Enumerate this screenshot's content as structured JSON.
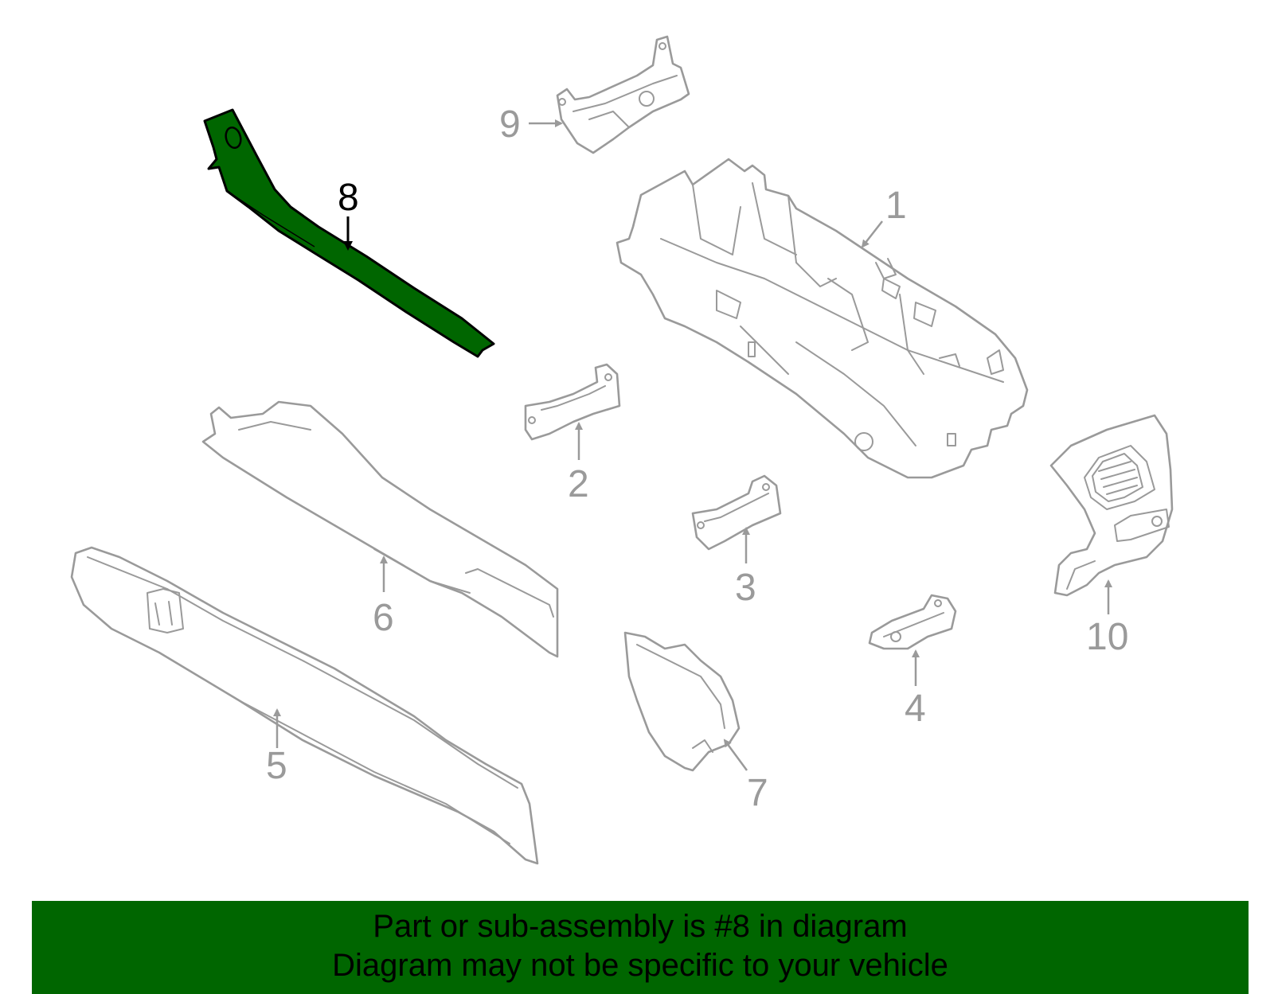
{
  "colors": {
    "highlight": "#006600",
    "outline": "#9a9a9a",
    "highlight_outline": "#000000",
    "banner": "#006600",
    "text": "#000000"
  },
  "callouts": [
    {
      "id": "1",
      "label": "1",
      "highlighted": false
    },
    {
      "id": "2",
      "label": "2",
      "highlighted": false
    },
    {
      "id": "3",
      "label": "3",
      "highlighted": false
    },
    {
      "id": "4",
      "label": "4",
      "highlighted": false
    },
    {
      "id": "5",
      "label": "5",
      "highlighted": false
    },
    {
      "id": "6",
      "label": "6",
      "highlighted": false
    },
    {
      "id": "7",
      "label": "7",
      "highlighted": false
    },
    {
      "id": "8",
      "label": "8",
      "highlighted": true
    },
    {
      "id": "9",
      "label": "9",
      "highlighted": false
    },
    {
      "id": "10",
      "label": "10",
      "highlighted": false
    }
  ],
  "banner": {
    "line1": "Part or sub-assembly is #8 in diagram",
    "line2": "Diagram may not be specific to your vehicle"
  }
}
